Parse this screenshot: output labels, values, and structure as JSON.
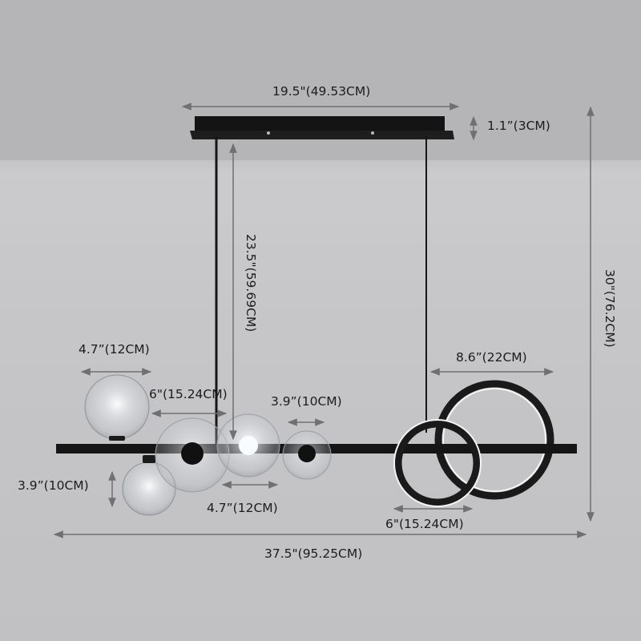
{
  "diagram": {
    "subject": "Linear pendant chandelier with glass globes and LED rings",
    "colors": {
      "background_top": "#b3b3b5",
      "background_wall": "#c6c6c8",
      "fixture_black": "#151515",
      "dimension_line": "#707070",
      "label_text": "#1c1c1c"
    },
    "dimensions": {
      "canopy_width": "19.5\"(49.53CM)",
      "canopy_height": "1.1”(3CM)",
      "rod_length": "23.5\"(59.69CM)",
      "total_height": "30\"(76.2CM)",
      "globe_top_left": "4.7”(12CM)",
      "globe_spacing": "6\"(15.24CM)",
      "globe_small": "3.9”(10CM)",
      "globe_bottom_height": "3.9”(10CM)",
      "globe_center": "4.7”(12CM)",
      "ring_large": "8.6”(22CM)",
      "ring_small": "6\"(15.24CM)",
      "total_length": "37.5\"(95.25CM)"
    }
  }
}
